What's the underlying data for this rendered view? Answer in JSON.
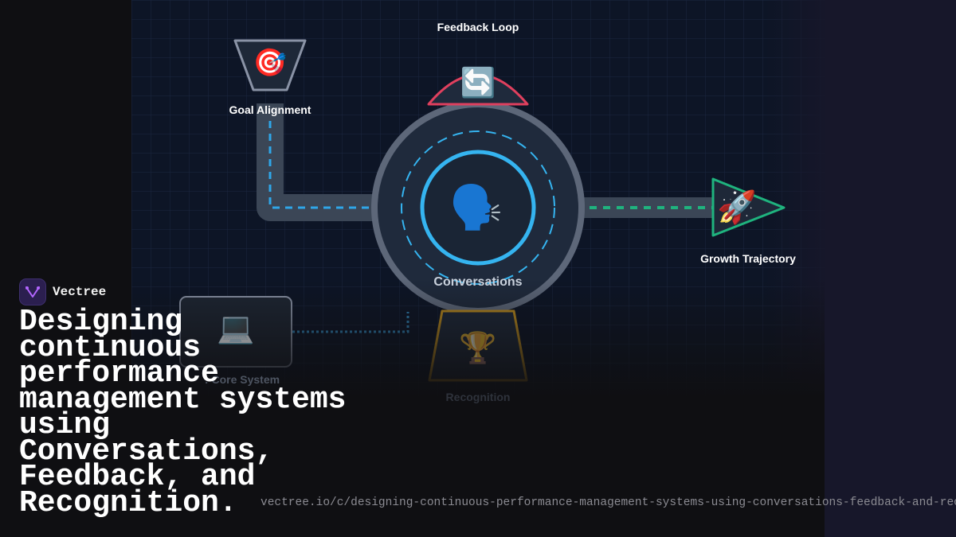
{
  "diagram": {
    "center": {
      "label": "Conversations",
      "icon": "speaking-head-icon",
      "glyph": "🗣️"
    },
    "nodes": [
      {
        "key": "feedback-loop",
        "label": "Feedback Loop",
        "icon": "counterclockwise-arrows-icon",
        "glyph": "🔄",
        "color": "#e0405e"
      },
      {
        "key": "goal-alignment",
        "label": "Goal Alignment",
        "icon": "target-icon",
        "glyph": "🎯",
        "color": "#8a93a6"
      },
      {
        "key": "growth-trajectory",
        "label": "Growth Trajectory",
        "icon": "rocket-icon",
        "glyph": "🚀",
        "color": "#1fb37e"
      },
      {
        "key": "core-system",
        "label": ": Core System",
        "icon": "laptop-icon",
        "glyph": "💻",
        "color": "#8a93a6"
      },
      {
        "key": "recognition",
        "label": "Recognition",
        "icon": "trophy-icon",
        "glyph": "🏆",
        "color": "#b8891f"
      }
    ],
    "colors": {
      "background": "#0d1526",
      "path": "#3b4656",
      "dash_blue": "#2fa6e8",
      "dash_green": "#1fb37e",
      "ring": "#5d6779",
      "inner_ring": "#35b4f0"
    }
  },
  "brand": {
    "name": "Vectree",
    "logo_icon": "vectree-logo-icon"
  },
  "headline": "Designing continuous performance management systems using Conversations, Feedback, and Recognition.",
  "url": "vectree.io/c/designing-continuous-performance-management-systems-using-conversations-feedback-and-recognition"
}
